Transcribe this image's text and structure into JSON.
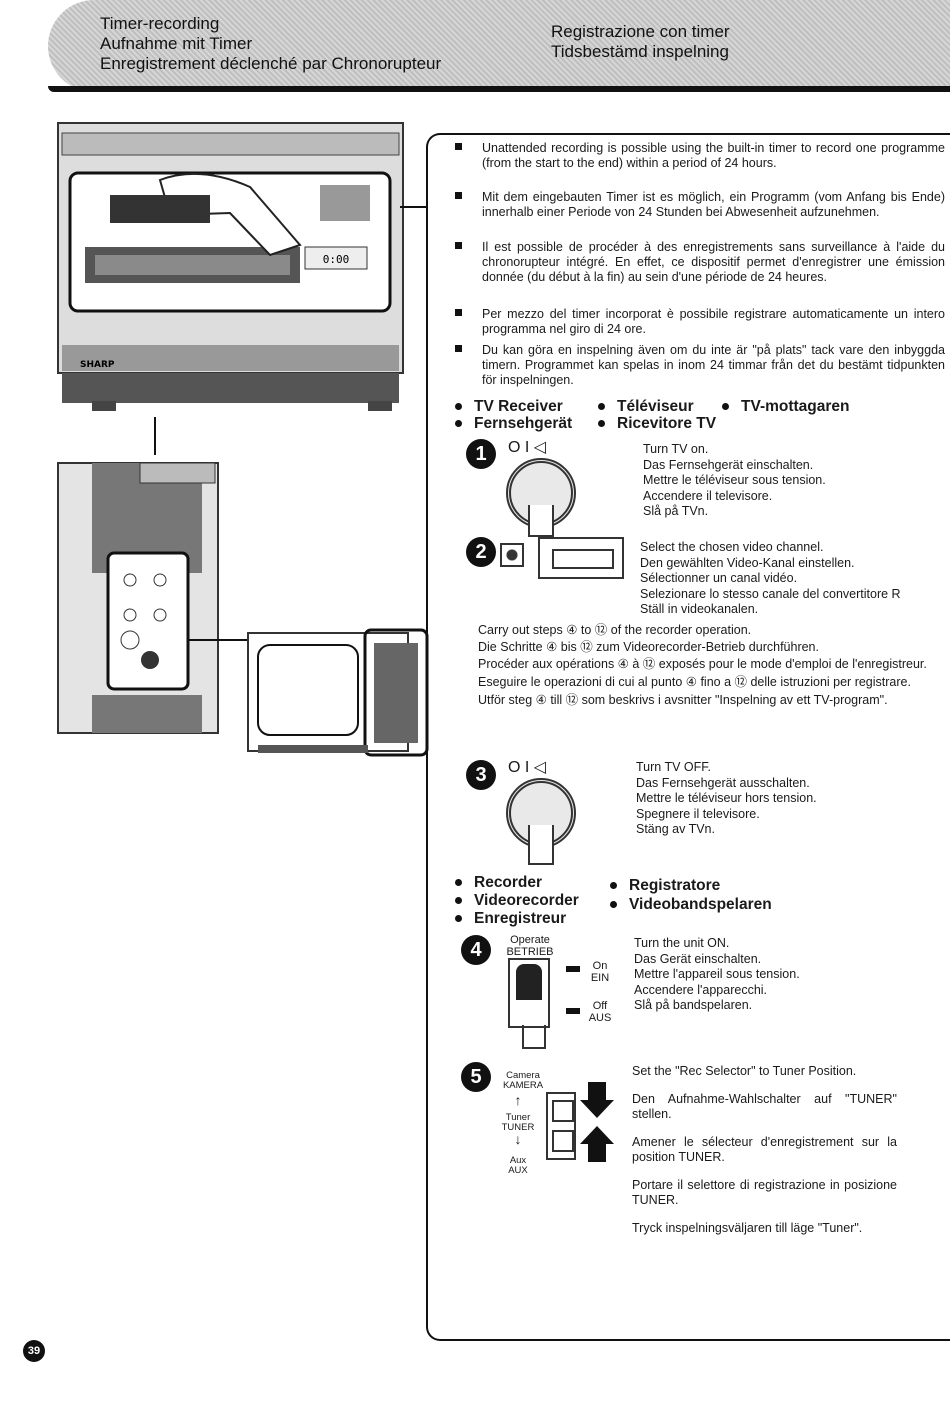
{
  "header": {
    "left": [
      "Timer-recording",
      "Aufnahme mit Timer",
      "Enregistrement déclenché par Chronorupteur"
    ],
    "right": [
      "Registrazione con timer",
      "Tidsbestämd inspelning"
    ]
  },
  "intro": [
    "Unattended recording is possible using the built-in timer to record one programme (from the start to the end) within a period of 24 hours.",
    "Mit dem eingebauten Timer ist es möglich, ein Programm (vom Anfang bis Ende) innerhalb einer Periode von 24 Stunden bei Abwesenheit aufzunehmen.",
    "Il est possible de procéder à des enregistrements sans surveillance à l'aide du chronorupteur intégré. En effet, ce dispositif permet d'enregistrer une émission donnée (du début à la fin) au sein d'une période de 24 heures.",
    "Per mezzo del timer incorporat è possibile registrare automaticamente un intero programma nel giro di 24 ore.",
    "Du kan göra en inspelning även om du inte är \"på plats\" tack vare den inbyggda timern. Programmet kan spelas in inom 24 timmar från det du bestämt tidpunkten för inspelningen."
  ],
  "tv_section": {
    "row1": [
      "TV Receiver",
      "Téléviseur",
      "TV-mottagaren"
    ],
    "row2": [
      "Fernsehgerät",
      "Ricevitore TV"
    ]
  },
  "step1": {
    "num": "1",
    "symbol": "O I ◁",
    "lines": [
      "Turn TV on.",
      "Das Fernsehgerät einschalten.",
      "Mettre le téléviseur sous tension.",
      "Accendere il televisore.",
      "Slå på TVn."
    ]
  },
  "step2": {
    "num": "2",
    "lines": [
      "Select the chosen video channel.",
      "Den gewählten Video-Kanal einstellen.",
      "Sélectionner un canal vidéo.",
      "Selezionare lo stesso canale del convertitore R",
      "Ställ in videokanalen."
    ]
  },
  "carry": [
    "Carry out steps ④ to ⑫ of the recorder operation.",
    "Die Schritte ④ bis ⑫ zum Videorecorder-Betrieb durchführen.",
    "Procéder aux opérations ④ à ⑫ exposés pour le mode d'emploi de l'enregistreur.",
    "Eseguire le operazioni di cui al punto ④ fino a ⑫ delle istruzioni per registrare.",
    "Utför steg ④ till ⑫ som beskrivs i avsnitter \"Inspelning av ett TV-program\"."
  ],
  "step3": {
    "num": "3",
    "symbol": "O I ◁",
    "lines": [
      "Turn TV OFF.",
      "Das Fernsehgerät ausschalten.",
      "Mettre le téléviseur hors tension.",
      "Spegnere il televisore.",
      "Stäng av TVn."
    ]
  },
  "rec_section": {
    "left": [
      "Recorder",
      "Videorecorder",
      "Enregistreur"
    ],
    "right": [
      "Registratore",
      "Videobandspelaren"
    ]
  },
  "step4": {
    "num": "4",
    "operate": [
      "Operate",
      "BETRIEB"
    ],
    "on": [
      "On",
      "EIN"
    ],
    "off": [
      "Off",
      "AUS"
    ],
    "lines": [
      "Turn the unit ON.",
      "Das Gerät einschalten.",
      "Mettre l'appareil sous tension.",
      "Accendere l'apparecchi.",
      "Slå på bandspelaren."
    ]
  },
  "step5": {
    "num": "5",
    "camera": [
      "Camera",
      "KAMERA"
    ],
    "tuner": [
      "Tuner",
      "TUNER"
    ],
    "aux": [
      "Aux",
      "AUX"
    ],
    "paras": [
      "Set the \"Rec Selector\" to Tuner Position.",
      "Den Aufnahme-Wahlschalter auf \"TUNER\" stellen.",
      "Amener le sélecteur d'enregistrement sur la position TUNER.",
      "Portare il selettore di registrazione in posizione TUNER.",
      "Tryck inspelningsväljaren till läge \"Tuner\"."
    ]
  },
  "page_number": "39",
  "device_texts": {
    "brand": "SHARP",
    "display": "0:00"
  }
}
